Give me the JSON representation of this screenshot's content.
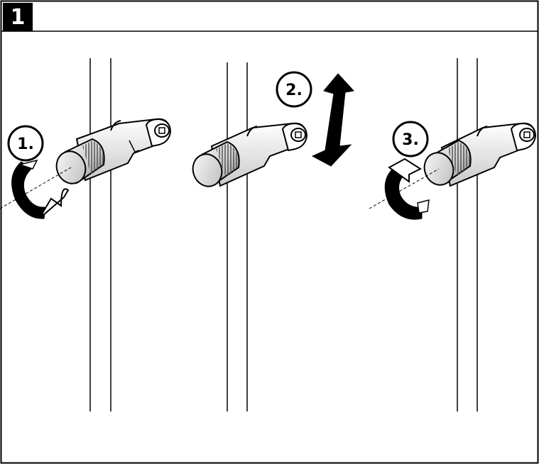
{
  "figure_number": "1",
  "steps": [
    {
      "label": "1.",
      "action": "rotate-loosen"
    },
    {
      "label": "2.",
      "action": "slide-up-down"
    },
    {
      "label": "3.",
      "action": "rotate-tighten"
    }
  ],
  "colors": {
    "line": "#000000",
    "background": "#ffffff",
    "knob_light": "#e8e8e8",
    "knob_dark": "#6a6a6a",
    "bracket_shade": "#cfcfcf"
  }
}
